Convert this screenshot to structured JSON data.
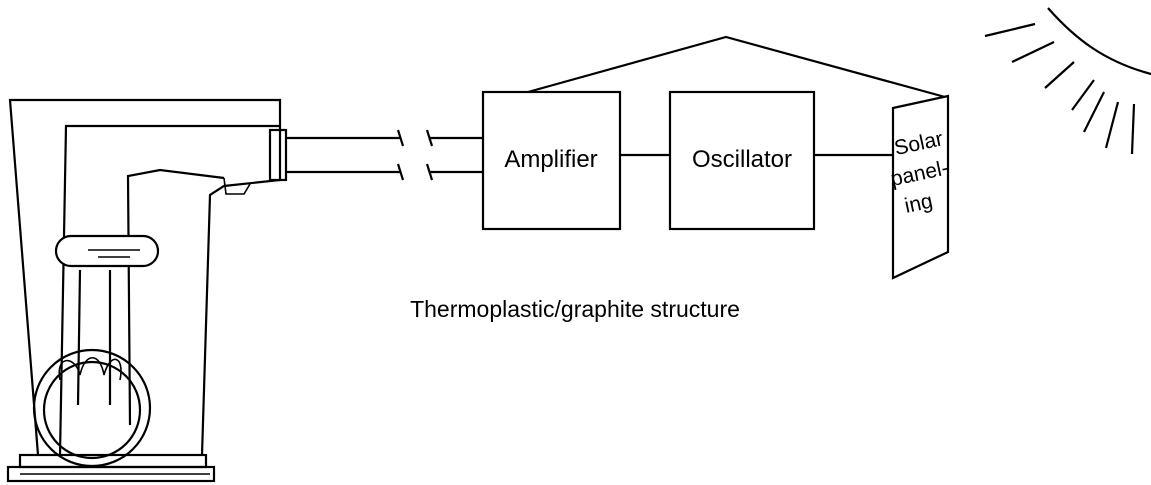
{
  "diagram": {
    "labels": {
      "amplifier": "Amplifier",
      "oscillator": "Oscillator",
      "solar_line1": "Solar",
      "solar_line2": "panel-",
      "solar_line3": "ing",
      "structure_caption": "Thermoplastic/graphite structure"
    },
    "colors": {
      "ink": "#000000",
      "background": "#ffffff"
    },
    "icons": [
      "sun-icon",
      "lamp-fixture-icon"
    ]
  }
}
